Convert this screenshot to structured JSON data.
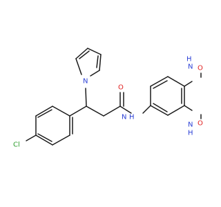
{
  "molecule": {
    "atoms": {
      "cl": {
        "text": "Cl",
        "color": "#2e9e2e"
      },
      "n_pyrrole": {
        "text": "N",
        "color": "#2a3fd6"
      },
      "o_amide": {
        "text": "O",
        "color": "#e02020"
      },
      "n_amide": {
        "text": "N",
        "color": "#2a3fd6"
      },
      "h_amide": {
        "text": "H",
        "color": "#2a3fd6"
      },
      "n_ring_top": {
        "text": "N",
        "color": "#2a3fd6"
      },
      "h_ring_top": {
        "text": "H",
        "color": "#2a3fd6"
      },
      "n_ring_bottom": {
        "text": "N",
        "color": "#2a3fd6"
      },
      "h_ring_bottom": {
        "text": "H",
        "color": "#2a3fd6"
      },
      "o_top": {
        "text": "O",
        "color": "#e02020"
      },
      "o_bottom": {
        "text": "O",
        "color": "#e02020"
      }
    }
  }
}
